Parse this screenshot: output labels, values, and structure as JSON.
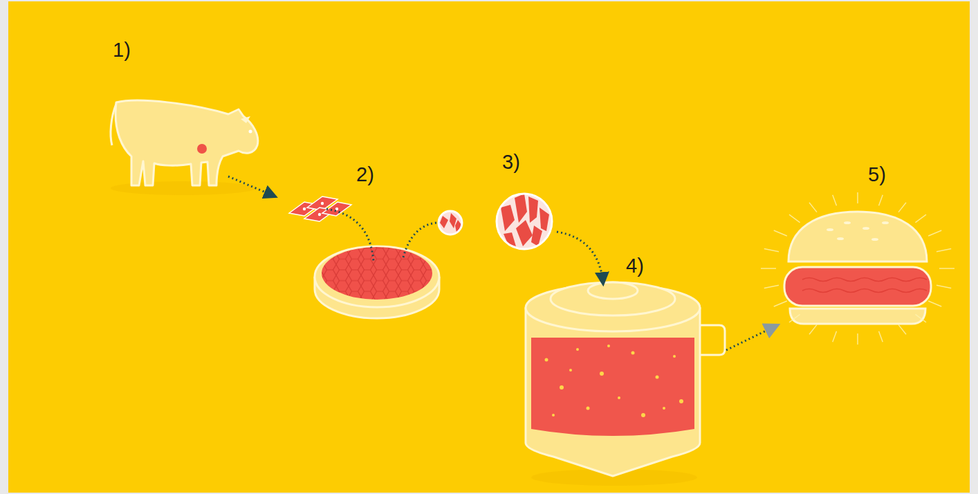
{
  "diagram": {
    "labels": [
      "1)",
      "2)",
      "3)",
      "4)",
      "5)"
    ]
  }
}
